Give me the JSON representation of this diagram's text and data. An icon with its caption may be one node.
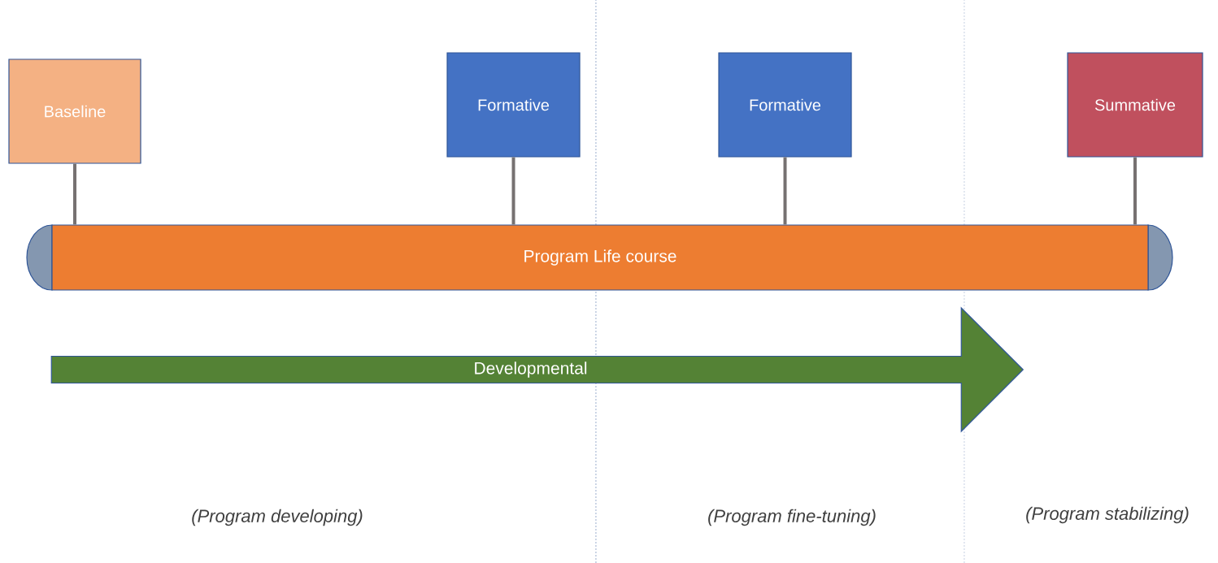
{
  "diagram": {
    "nodes": [
      {
        "text": [
          "Baseline"
        ]
      },
      {
        "text": [
          "Formative"
        ]
      },
      {
        "text": [
          "Formative"
        ]
      },
      {
        "text": [
          "Summative"
        ]
      },
      {
        "text": [
          "Program Life course"
        ]
      },
      {
        "text": [
          "Developmental"
        ]
      }
    ],
    "edges": [
      {
        "from": 0,
        "to": 4,
        "arrow": "none"
      },
      {
        "from": 1,
        "to": 4,
        "arrow": "none"
      },
      {
        "from": 2,
        "to": 4,
        "arrow": "none"
      },
      {
        "from": 3,
        "to": 4,
        "arrow": "none"
      }
    ],
    "labels": [
      "(Program developing)",
      "(Program fine-tuning)",
      "(Program stabilizing)"
    ]
  }
}
